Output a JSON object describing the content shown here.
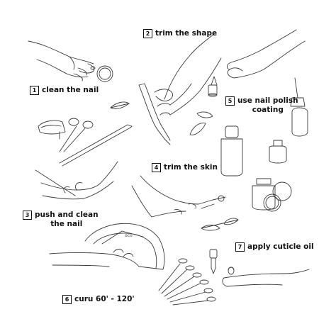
{
  "steps": [
    {
      "number": "1",
      "label": "clean the nail"
    },
    {
      "number": "2",
      "label": "trim the shape"
    },
    {
      "number": "3",
      "label": "push and clean\nthe nail"
    },
    {
      "number": "4",
      "label": "trim the skin"
    },
    {
      "number": "5",
      "label": "use nail polish\ncoating"
    },
    {
      "number": "6",
      "label": "curu 60' - 120'"
    },
    {
      "number": "7",
      "label": "apply cuticle oil"
    }
  ],
  "lamp": {
    "display": "oco"
  },
  "colors": {
    "line": "#3a3a3a",
    "text": "#111111",
    "background": "#ffffff"
  }
}
